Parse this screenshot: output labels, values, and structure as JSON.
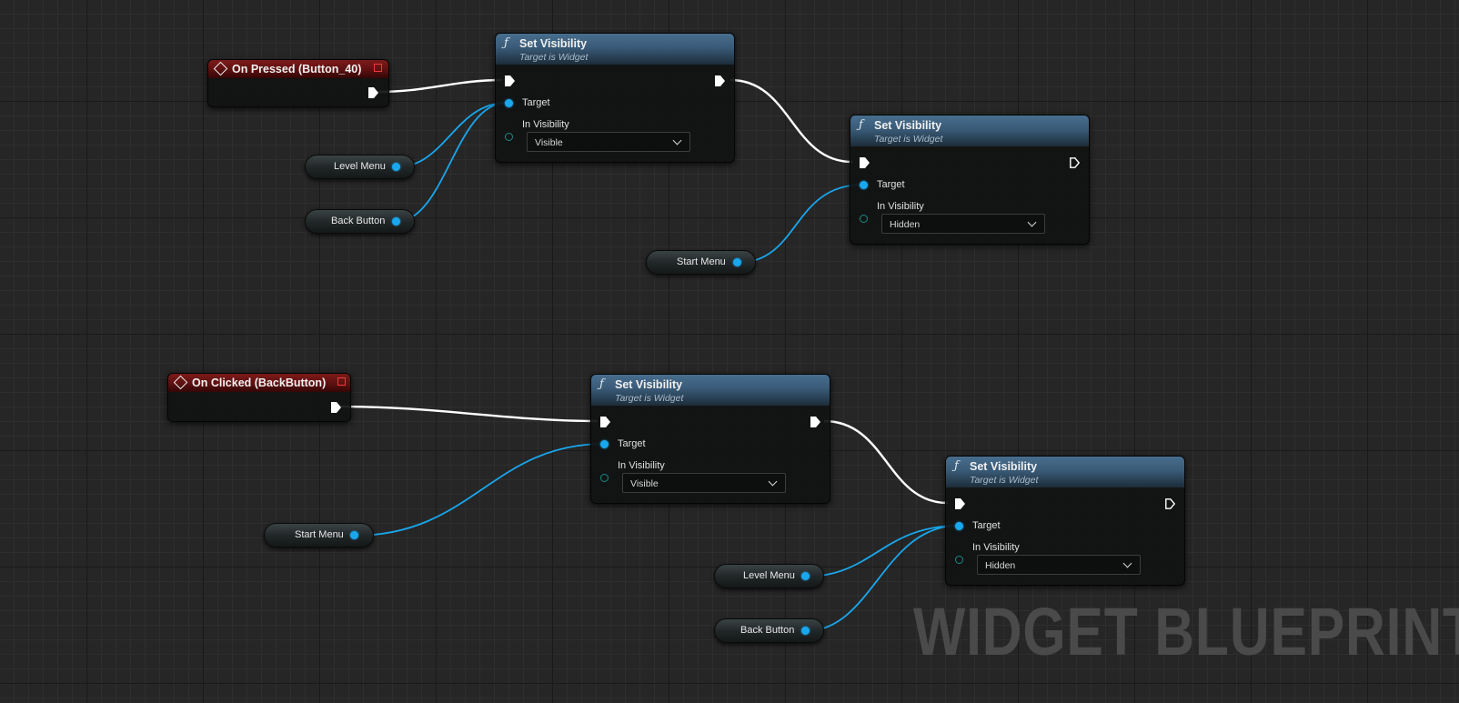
{
  "watermark": "WIDGET BLUEPRINT",
  "events": {
    "on_pressed": "On Pressed (Button_40)",
    "on_clicked": "On Clicked (BackButton)"
  },
  "set_visibility_nodes": [
    {
      "title": "Set Visibility",
      "subtitle": "Target is Widget",
      "target_label": "Target",
      "visibility_label": "In Visibility",
      "value": "Visible"
    },
    {
      "title": "Set Visibility",
      "subtitle": "Target is Widget",
      "target_label": "Target",
      "visibility_label": "In Visibility",
      "value": "Hidden"
    },
    {
      "title": "Set Visibility",
      "subtitle": "Target is Widget",
      "target_label": "Target",
      "visibility_label": "In Visibility",
      "value": "Visible"
    },
    {
      "title": "Set Visibility",
      "subtitle": "Target is Widget",
      "target_label": "Target",
      "visibility_label": "In Visibility",
      "value": "Hidden"
    }
  ],
  "variables": {
    "level_menu_1": "Level Menu",
    "back_button_1": "Back Button",
    "start_menu_1": "Start Menu",
    "start_menu_2": "Start Menu",
    "level_menu_2": "Level Menu",
    "back_button_2": "Back Button"
  },
  "colors": {
    "exec_wire": "#ffffff",
    "data_wire": "#19a7ee",
    "event_header": "#7c1a1a",
    "function_header": "#486e8e"
  }
}
